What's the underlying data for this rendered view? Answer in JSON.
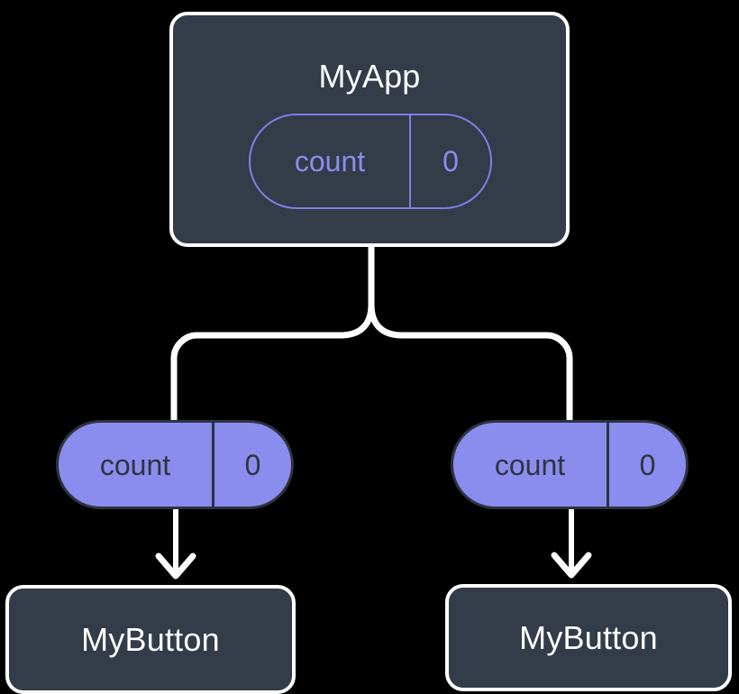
{
  "diagram": {
    "title": "React state propagation tree",
    "background_color": "#000000",
    "colors": {
      "component_fill": "#343b49",
      "component_stroke": "#ffffff",
      "component_text": "#ffffff",
      "state_fill": "#8a8dee",
      "state_outline_stroke": "#7c80e4",
      "state_outline_text": "#8a8eee",
      "state_filled_text": "#2f3340",
      "edge_color": "#ffffff"
    }
  },
  "root": {
    "component_name": "MyApp",
    "state": {
      "key": "count",
      "value": "0"
    }
  },
  "children": [
    {
      "state": {
        "key": "count",
        "value": "0"
      },
      "component_name": "MyButton"
    },
    {
      "state": {
        "key": "count",
        "value": "0"
      },
      "component_name": "MyButton"
    }
  ],
  "edges": {
    "fork_label": "parent-to-children-fork",
    "arrow_label": "state-to-component-arrow"
  }
}
